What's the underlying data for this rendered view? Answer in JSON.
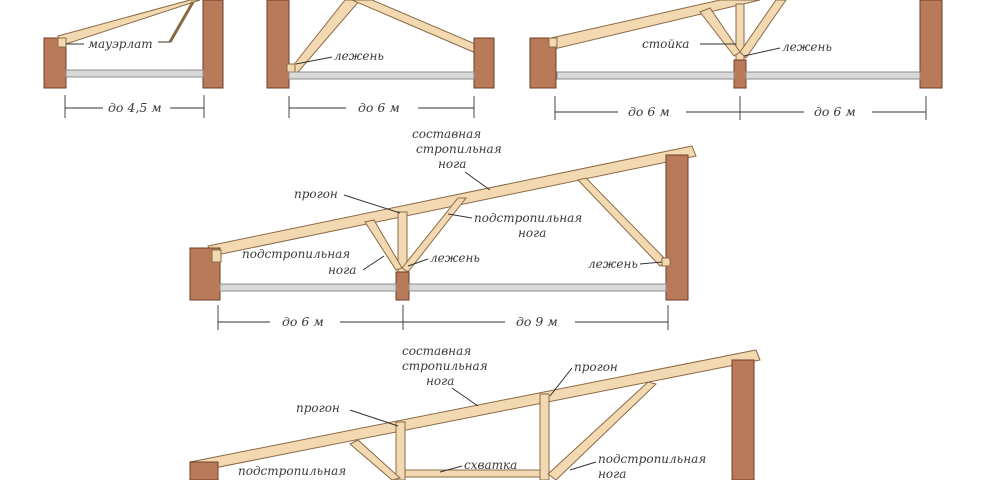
{
  "labels": {
    "mauerlat": "мауэрлат",
    "lezhen": "лежень",
    "stoyka": "стойка",
    "progon": "прогон",
    "podstrop_1": "подстропильная",
    "podstrop_2": "нога",
    "sostav_1": "составная",
    "sostav_2": "стропильная",
    "sostav_3": "нога",
    "skhvatka": "схватка"
  },
  "dimensions": {
    "d1": "до 4,5 м",
    "d2": "до 6 м",
    "d3a": "до 6 м",
    "d3b": "до 6 м",
    "d4a": "до 6 м",
    "d4b": "до 9 м"
  },
  "colors": {
    "wood": "#f3d9b1",
    "wall": "#b97a5a",
    "beam": "#d9d9d9"
  }
}
